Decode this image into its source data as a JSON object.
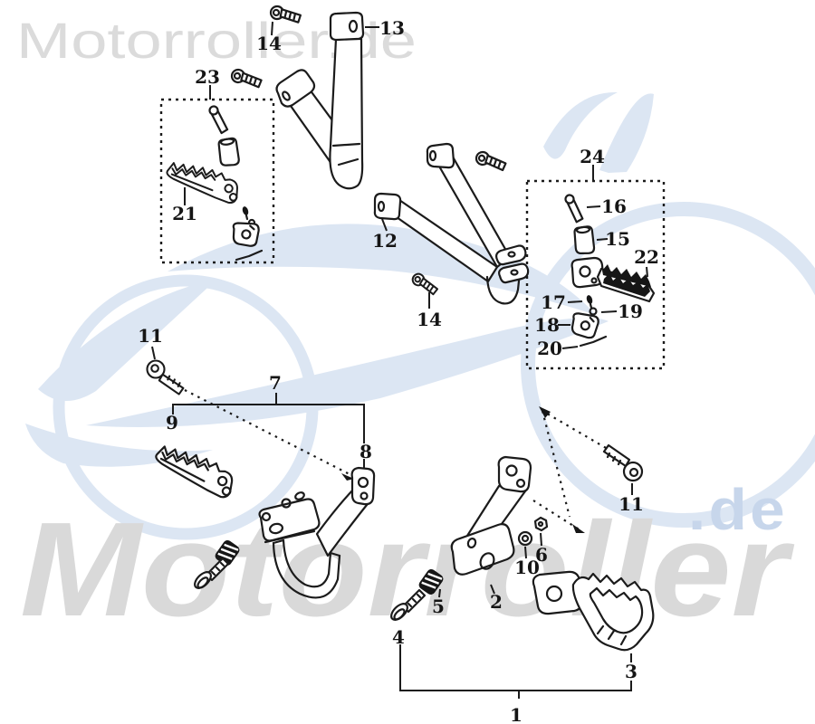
{
  "brand": {
    "header": "Motorroller.de",
    "watermark_main": "Motorroller",
    "watermark_suffix": ".de"
  },
  "colors": {
    "line_art": "#1b1b1b",
    "watermark_gray": "#d9d9d9",
    "watermark_blue": "#dce6f3",
    "suffix_blue": "#c7d6eb"
  },
  "callouts": [
    {
      "part": "14"
    },
    {
      "part": "13"
    },
    {
      "part": "23"
    },
    {
      "part": "21"
    },
    {
      "part": "12"
    },
    {
      "part": "14"
    },
    {
      "part": "24"
    },
    {
      "part": "16"
    },
    {
      "part": "15"
    },
    {
      "part": "22"
    },
    {
      "part": "17"
    },
    {
      "part": "19"
    },
    {
      "part": "18"
    },
    {
      "part": "20"
    },
    {
      "part": "11"
    },
    {
      "part": "7"
    },
    {
      "part": "9"
    },
    {
      "part": "8"
    },
    {
      "part": "11"
    },
    {
      "part": "6"
    },
    {
      "part": "10"
    },
    {
      "part": "2"
    },
    {
      "part": "5"
    },
    {
      "part": "4"
    },
    {
      "part": "3"
    },
    {
      "part": "1"
    }
  ]
}
